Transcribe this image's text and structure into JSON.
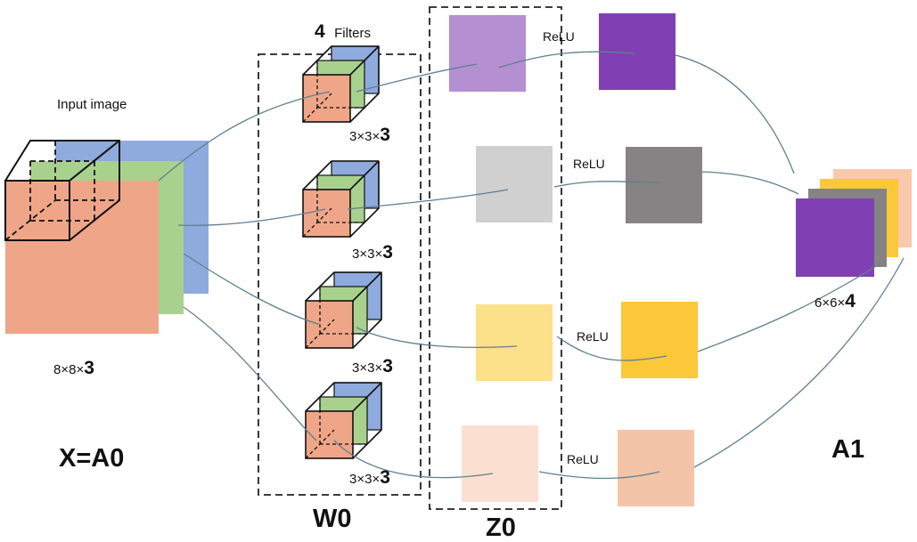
{
  "labels": {
    "input_image": "Input image",
    "filters_count": "4",
    "filters_word": "Filters",
    "relu": "ReLU",
    "x_a0": "X=A0",
    "w0": "W0",
    "z0": "Z0",
    "a1": "A1",
    "input_dims_prefix": "8×8×",
    "input_dims_depth": "3",
    "filter_dims_prefix": "3×3×",
    "filter_dims_depth": "3",
    "output_dims_prefix": "6×6×",
    "output_dims_depth": "4"
  },
  "colors": {
    "channel_red": "#efa588",
    "channel_green": "#a9d18e",
    "channel_blue": "#8faadc",
    "purple_light": "#b48fd2",
    "purple_dark": "#8040b3",
    "gray_light": "#d0d0d0",
    "gray_dark": "#858383",
    "yellow_light": "#fde08a",
    "yellow_dark": "#fcc83a",
    "peach_light": "#fbe0d1",
    "peach_dark": "#f4c4a8",
    "connector": "#607f90"
  }
}
